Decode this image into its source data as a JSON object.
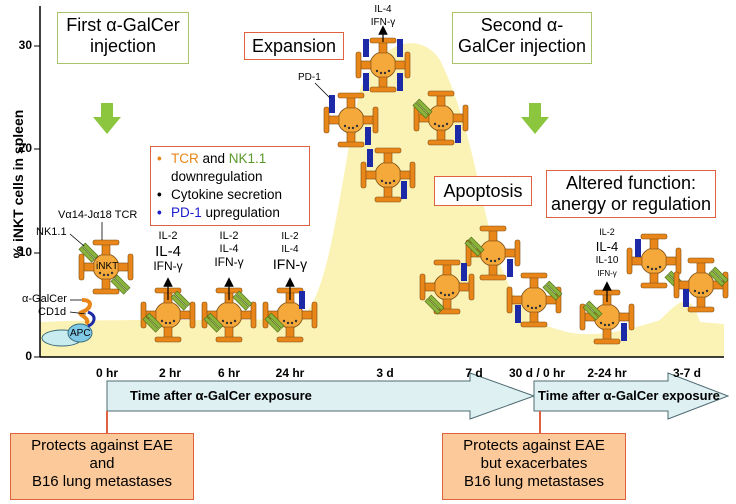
{
  "y_axis": {
    "label": "% iNKT cells in spleen",
    "ticks": [
      "0",
      "10",
      "20",
      "30"
    ]
  },
  "x_axis": {
    "ticks": [
      "0 hr",
      "2 hr",
      "6 hr",
      "24 hr",
      "3 d",
      "7 d",
      "30 d / 0 hr",
      "2-24 hr",
      "3-7 d"
    ]
  },
  "arrows": {
    "first": "Time after α-GalCer exposure",
    "second": "Time after α-GalCer exposure"
  },
  "boxes": {
    "first_injection": "First α-GalCer injection",
    "second_injection": "Second α-GalCer injection",
    "expansion": "Expansion",
    "apoptosis": "Apoptosis",
    "altered_function": "Altered function: anergy or regulation"
  },
  "legend": {
    "tcr": "TCR",
    "and": " and ",
    "nk11": "NK1.1",
    "downregulation": "downregulation",
    "cytokine": "Cytokine secretion",
    "pd1": "PD-1",
    "upregulation": " upregulation",
    "colors": {
      "tcr": "#e8861a",
      "nk11": "#5a9a2a",
      "cytokine": "#000000",
      "pd1": "#1b1bcf"
    }
  },
  "labels": {
    "va14": "Vα14-Jα18 TCR",
    "nk11": "NK1.1",
    "inkt": "iNKT",
    "agalcer": "α-GalCer",
    "cd1d": "CD1d",
    "apc": "APC",
    "pd1": "PD-1"
  },
  "cytokines": {
    "h2": [
      "IL-2",
      "IL-4",
      "IFN-γ"
    ],
    "h6": [
      "IL-2",
      "IL-4",
      "IFN-γ"
    ],
    "h24": [
      "IL-2",
      "IL-4",
      "IFN-γ"
    ],
    "d3": [
      "IL-4",
      "IFN-γ"
    ],
    "h2_24": [
      "IL-2",
      "IL-4",
      "IL-10",
      "IFN-γ"
    ]
  },
  "outcomes": {
    "first": [
      "Protects against EAE",
      "and",
      "B16 lung metastases"
    ],
    "second": [
      "Protects against EAE",
      "but exacerbates",
      "B16 lung metastases"
    ]
  },
  "colors": {
    "curve_fill": "#fbf3b6",
    "cell": "#f5a93b",
    "tcr": "#e8861a",
    "nk11": "#8ab33c",
    "pd1": "#1c2aa8",
    "box_green": "#a9c46a",
    "box_red": "#e0613f",
    "outcome_fill": "#fbc99a",
    "arrow_fill": "#def0f2",
    "arrow_green": "#8cc63f"
  }
}
